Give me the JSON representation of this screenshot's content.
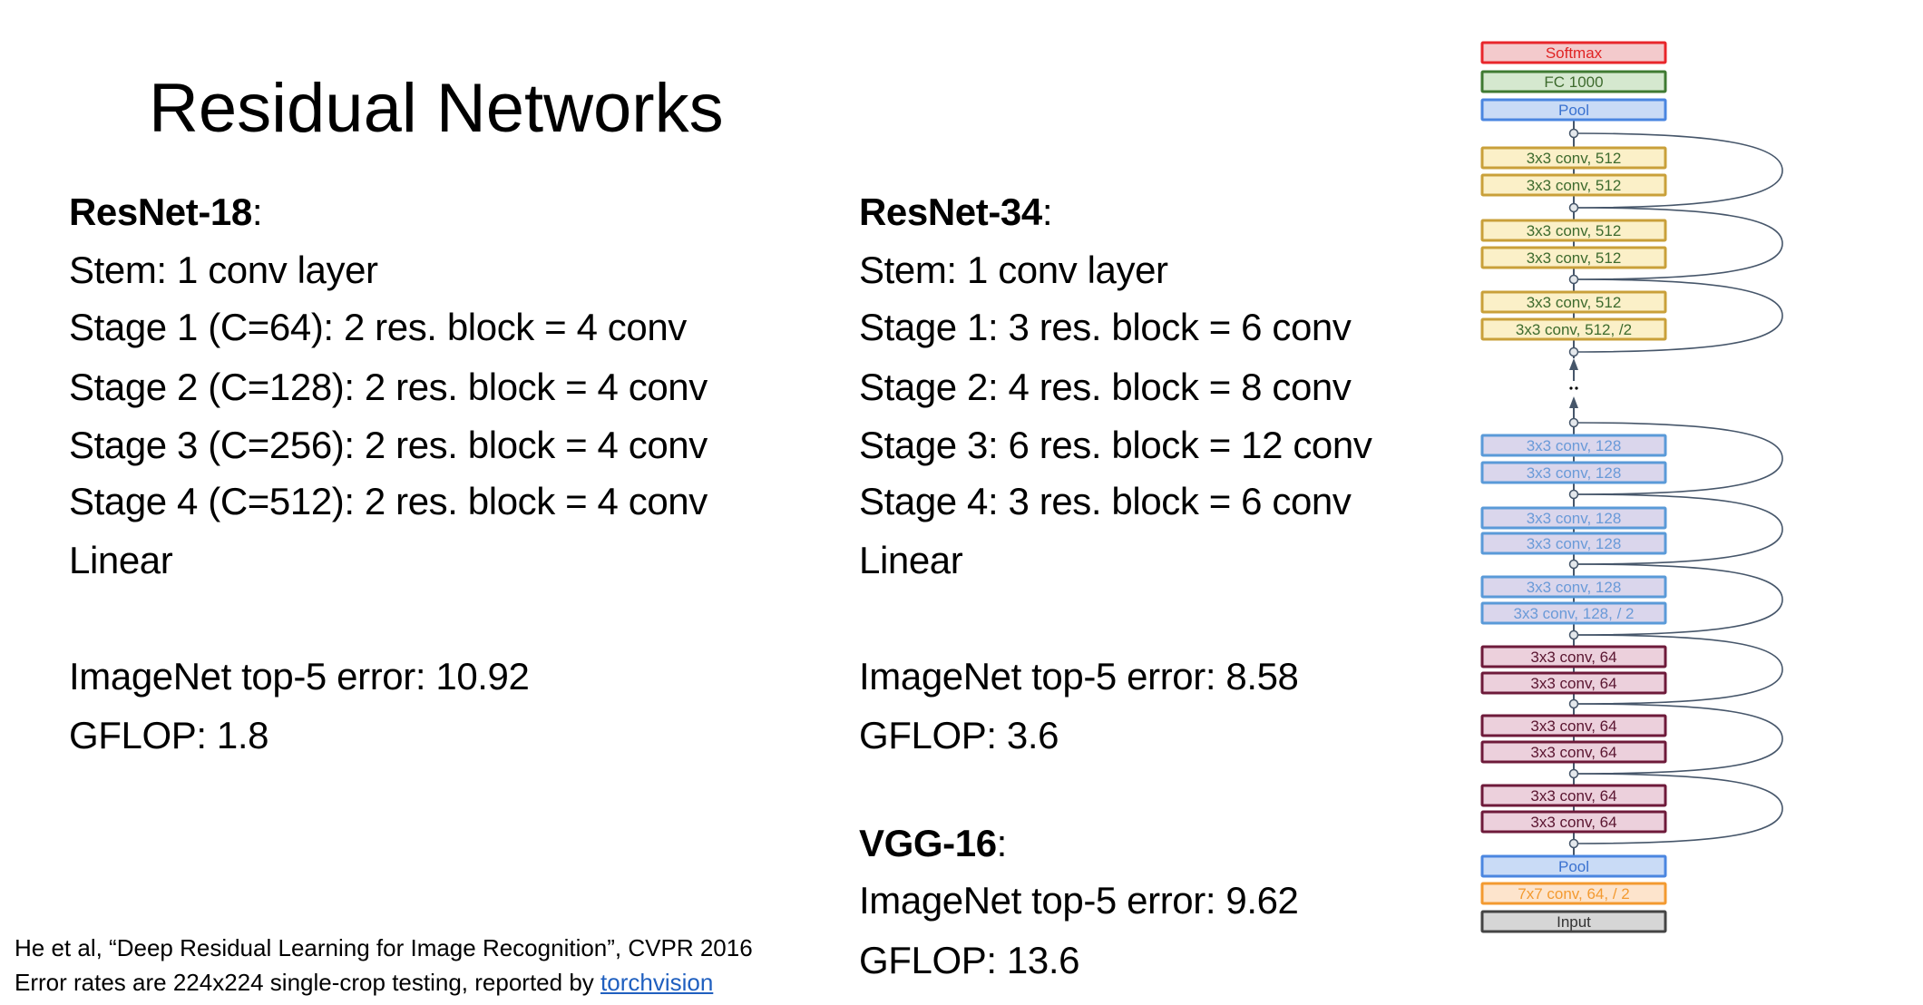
{
  "title": "Residual Networks",
  "resnet18": {
    "heading": "ResNet-18",
    "lines": [
      "Stem: 1 conv layer",
      "Stage 1 (C=64): 2 res. block = 4 conv",
      "Stage 2 (C=128): 2 res. block = 4 conv",
      "Stage 3 (C=256): 2 res. block = 4 conv",
      "Stage 4 (C=512): 2 res. block = 4 conv",
      "Linear"
    ],
    "error": "ImageNet top-5 error: 10.92",
    "gflop": "GFLOP: 1.8"
  },
  "resnet34": {
    "heading": "ResNet-34",
    "lines": [
      "Stem: 1 conv layer",
      "Stage 1: 3 res. block = 6 conv",
      "Stage 2: 4 res. block = 8 conv",
      "Stage 3: 6 res. block = 12 conv",
      "Stage 4: 3 res. block = 6 conv",
      "Linear"
    ],
    "error": "ImageNet top-5 error: 8.58",
    "gflop": "GFLOP: 3.6"
  },
  "vgg16": {
    "heading": "VGG-16",
    "error": "ImageNet top-5 error: 9.62",
    "gflop": "GFLOP: 13.6"
  },
  "footer": {
    "citation": "He et al, “Deep Residual Learning for Image Recognition”, CVPR 2016",
    "note": "Error rates are 224x224 single-crop testing, reported by ",
    "link": "torchvision"
  },
  "diagram": {
    "layers": [
      {
        "label": "Softmax",
        "style": "softmax"
      },
      {
        "label": "FC 1000",
        "style": "fc"
      },
      {
        "label": "Pool",
        "style": "pool"
      },
      {
        "label": "3x3 conv, 512",
        "style": "c512"
      },
      {
        "label": "3x3 conv, 512",
        "style": "c512"
      },
      {
        "label": "3x3 conv, 512",
        "style": "c512"
      },
      {
        "label": "3x3 conv, 512",
        "style": "c512"
      },
      {
        "label": "3x3 conv, 512",
        "style": "c512"
      },
      {
        "label": "3x3 conv, 512, /2",
        "style": "c512"
      },
      {
        "label": "3x3 conv, 128",
        "style": "c128"
      },
      {
        "label": "3x3 conv, 128",
        "style": "c128"
      },
      {
        "label": "3x3 conv, 128",
        "style": "c128"
      },
      {
        "label": "3x3 conv, 128",
        "style": "c128"
      },
      {
        "label": "3x3 conv, 128",
        "style": "c128"
      },
      {
        "label": "3x3 conv, 128, / 2",
        "style": "c128"
      },
      {
        "label": "3x3 conv, 64",
        "style": "c64"
      },
      {
        "label": "3x3 conv, 64",
        "style": "c64"
      },
      {
        "label": "3x3 conv, 64",
        "style": "c64"
      },
      {
        "label": "3x3 conv, 64",
        "style": "c64"
      },
      {
        "label": "3x3 conv, 64",
        "style": "c64"
      },
      {
        "label": "3x3 conv, 64",
        "style": "c64"
      },
      {
        "label": "Pool",
        "style": "pool"
      },
      {
        "label": "7x7 conv, 64, / 2",
        "style": "stem"
      },
      {
        "label": "Input",
        "style": "input"
      }
    ],
    "colors": {
      "softmax": {
        "stroke": "#e8262b",
        "fill": "#f3cacc",
        "text": "#e02424"
      },
      "fc": {
        "stroke": "#3f7a32",
        "fill": "#d5e8cf",
        "text": "#3e6b2e"
      },
      "pool": {
        "stroke": "#4a86e0",
        "fill": "#c9dbf6",
        "text": "#3a72d0"
      },
      "c512": {
        "stroke": "#c9a03a",
        "fill": "#fbf0c8",
        "text": "#3e6b2e"
      },
      "c128": {
        "stroke": "#5a9ad8",
        "fill": "#dad6ec",
        "text": "#6a9ad8"
      },
      "c64": {
        "stroke": "#6e1a3a",
        "fill": "#ecd0dc",
        "text": "#5a1530"
      },
      "stem": {
        "stroke": "#f39a30",
        "fill": "#fde4cc",
        "text": "#f39a30"
      },
      "input": {
        "stroke": "#444444",
        "fill": "#d6d6d6",
        "text": "#333333"
      },
      "link": "#46566a"
    }
  }
}
